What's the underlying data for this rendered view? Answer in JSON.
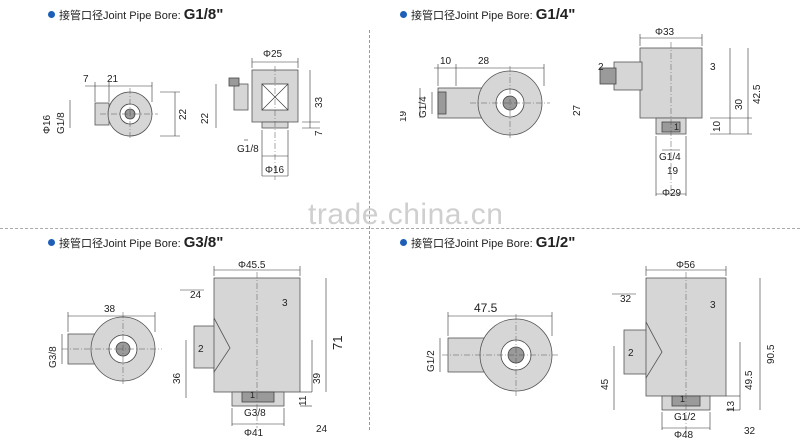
{
  "panels": [
    {
      "header_prefix": "接管口径Joint Pipe Bore:",
      "size": "G1/8\"",
      "dims": {
        "side_a": "7",
        "side_b": "21",
        "left_dia": "Φ16",
        "left_thread": "G1/8",
        "side_h": "22",
        "top_dia": "Φ25",
        "front_h": "22",
        "overall_h": "33",
        "bottom_h": "7",
        "bottom_thread": "G1/8",
        "bottom_dia": "Φ16"
      }
    },
    {
      "header_prefix": "接管口径Joint Pipe Bore:",
      "size": "G1/4\"",
      "dims": {
        "side_a": "10",
        "side_b": "28",
        "wrench": "19",
        "left_thread": "G1/4",
        "front_h": "27",
        "top_dia": "Φ33",
        "label2": "2",
        "label3": "3",
        "label1": "1",
        "mid_h": "30",
        "overall_h": "42.5",
        "bottom_h": "10",
        "bottom_thread": "G1/4",
        "bottom_wrench": "19",
        "bottom_dia": "Φ29"
      }
    },
    {
      "header_prefix": "接管口径Joint Pipe Bore:",
      "size": "G3/8\"",
      "dims": {
        "side_w": "38",
        "left_thread": "G3/8",
        "top_dia": "Φ45.5",
        "wrench_top": "24",
        "label2": "2",
        "label3": "3",
        "label1": "1",
        "left_h": "36",
        "overall_h": "71",
        "mid_h": "39",
        "bottom_h": "11",
        "bottom_thread": "G3/8",
        "bottom_wrench": "24",
        "bottom_dia": "Φ41"
      }
    },
    {
      "header_prefix": "接管口径Joint Pipe Bore:",
      "size": "G1/2\"",
      "dims": {
        "side_w": "47.5",
        "left_thread": "G1/2",
        "top_dia": "Φ56",
        "wrench_top": "32",
        "label2": "2",
        "label3": "3",
        "label1": "1",
        "left_h": "45",
        "overall_h": "90.5",
        "mid_h": "49.5",
        "bottom_h": "13",
        "bottom_thread": "G1/2",
        "bottom_wrench": "32",
        "bottom_dia": "Φ48"
      }
    }
  ],
  "watermark": "trade.china.cn"
}
